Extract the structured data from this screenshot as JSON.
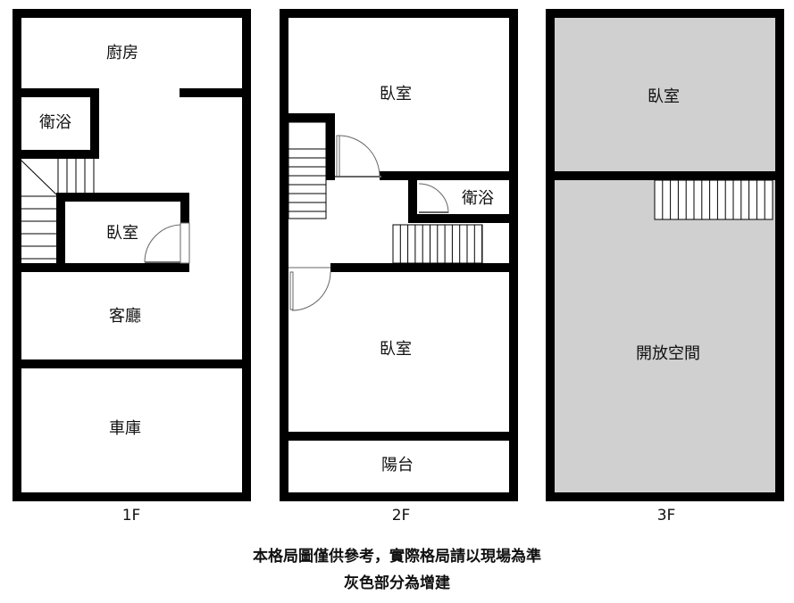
{
  "floors": [
    {
      "label": "1F",
      "rooms": {
        "kitchen": "廚房",
        "bath": "衛浴",
        "bedroom": "臥室",
        "living": "客廳",
        "garage": "車庫"
      }
    },
    {
      "label": "2F",
      "rooms": {
        "bedroom_top": "臥室",
        "bath": "衛浴",
        "bedroom_bottom": "臥室",
        "balcony": "陽台"
      }
    },
    {
      "label": "3F",
      "rooms": {
        "bedroom": "臥室",
        "open_space": "開放空間"
      }
    }
  ],
  "notes": {
    "line1": "本格局圖僅供參考，實際格局請以現場為準",
    "line2": "灰色部分為增建"
  },
  "colors": {
    "wall": "#000000",
    "addition_fill": "#d0d0d0"
  }
}
